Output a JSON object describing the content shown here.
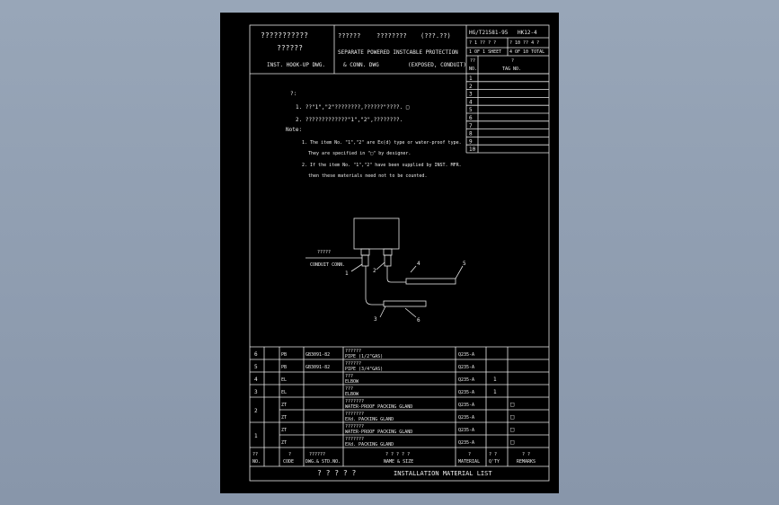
{
  "title_block": {
    "left_line1": "???????????",
    "left_line2": "??????",
    "left_line3": "INST. HOOK-UP DWG.",
    "mid_line1_a": "??????",
    "mid_line1_b": "????????",
    "mid_line1_c": "(???.??)",
    "mid_line2_a": "SEPARATE POWERED INST",
    "mid_line2_b": "CABLE PROTECTION",
    "mid_line3_a": "& CONN. DWG",
    "mid_line3_b": "(EXPOSED, CONDUIT)",
    "std_no": "HG/T21581-95",
    "dwg_no": "HK12-4",
    "sheet_row1": "? 1 ?? ? ?",
    "sheet_row1_b": "? 10 ?? 4 ?",
    "sheet_row2": "1 OF 1 SHEET",
    "sheet_row2_b": "4 OF 10 TOTAL"
  },
  "revision_table": {
    "col1_top": "??",
    "col1_bottom": "NO.",
    "col2_top": "?",
    "col2_bottom": "TAG NO.",
    "rows": [
      "1",
      "2",
      "3",
      "4",
      "5",
      "6",
      "7",
      "8",
      "9",
      "10"
    ]
  },
  "notes": {
    "heading_cn": "?:",
    "cn1": "1. ??\"1\",\"2\"????????,??????\"????. □",
    "cn2": "2. ?????????????\"1\",\"2\",????????.",
    "heading_en": "Note:",
    "en1a": "1. The item No. \"1\",\"2\" are Ex(d) type or water-proof type.",
    "en1b": "They are specified in \"□\" by designer.",
    "en2a": "2. If the item No. \"1\",\"2\" have been supplied by INST. MFR.",
    "en2b": "then these materials need not to be counted."
  },
  "diagram": {
    "label_cn": "?????",
    "label_en": "CONDUIT CONN.",
    "callouts": [
      "1",
      "2",
      "3",
      "4",
      "5",
      "6"
    ]
  },
  "materials": {
    "rows": [
      {
        "no": "6",
        "code": "PB",
        "std": "GB3091-82",
        "name_cn": "??????",
        "name_en": "PIPE (1/2\"GAS)",
        "material": "Q235-A",
        "qty": "",
        "remarks": ""
      },
      {
        "no": "5",
        "code": "PB",
        "std": "GB3091-82",
        "name_cn": "??????",
        "name_en": "PIPE (3/4\"GAS)",
        "material": "Q235-A",
        "qty": "",
        "remarks": ""
      },
      {
        "no": "4",
        "code": "EL",
        "std": "",
        "name_cn": "???",
        "name_en": "ELBOW",
        "material": "Q235-A",
        "qty": "1",
        "remarks": ""
      },
      {
        "no": "3",
        "code": "EL",
        "std": "",
        "name_cn": "???",
        "name_en": "ELBOW",
        "material": "Q235-A",
        "qty": "1",
        "remarks": ""
      },
      {
        "no": "2",
        "code": "ZT",
        "std": "",
        "name_cn": "???????",
        "name_en": "WATER-PROOF PACKING GLAND",
        "material": "Q235-A",
        "qty": "",
        "remarks": "□"
      },
      {
        "no": "",
        "code": "ZT",
        "std": "",
        "name_cn": "???????",
        "name_en": "EXd. PACKING GLAND",
        "material": "Q235-A",
        "qty": "",
        "remarks": "□"
      },
      {
        "no": "1",
        "code": "ZT",
        "std": "",
        "name_cn": "???????",
        "name_en": "WATER-PROOF PACKING GLAND",
        "material": "Q235-A",
        "qty": "",
        "remarks": "□"
      },
      {
        "no": "",
        "code": "ZT",
        "std": "",
        "name_cn": "???????",
        "name_en": "EXd. PACKING GLAND",
        "material": "Q235-A",
        "qty": "",
        "remarks": "□"
      }
    ],
    "header": {
      "no_top": "??",
      "no_bottom": "NO.",
      "code_top": "?",
      "code_bottom": "CODE",
      "std_top": "??????",
      "std_bottom": "DWG.& STD.NO.",
      "name_top": "? ? ? ? ?",
      "name_bottom": "NAME & SIZE",
      "mat_top": "?",
      "mat_bottom": "MATERIAL",
      "qty_top": "? ?",
      "qty_bottom": "Q'TY",
      "rem_top": "? ?",
      "rem_bottom": "REMARKS"
    },
    "footer_cn": "? ? ? ? ?",
    "footer_en": "INSTALLATION MATERIAL LIST"
  }
}
